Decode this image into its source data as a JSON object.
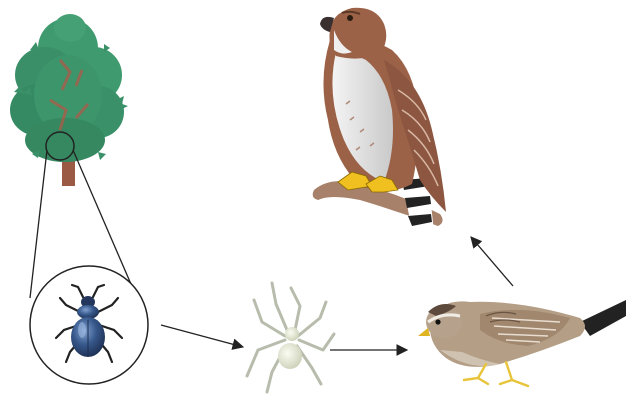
{
  "diagram": {
    "type": "food-chain",
    "organisms": [
      {
        "id": "tree",
        "icon": "tree-icon"
      },
      {
        "id": "beetle",
        "icon": "beetle-icon"
      },
      {
        "id": "spider",
        "icon": "spider-icon"
      },
      {
        "id": "sparrow",
        "icon": "sparrow-icon"
      },
      {
        "id": "hawk",
        "icon": "hawk-icon"
      }
    ],
    "links": [
      {
        "from": "tree",
        "to": "beetle",
        "kind": "magnifier-zoom"
      },
      {
        "from": "beetle",
        "to": "spider",
        "kind": "arrow"
      },
      {
        "from": "spider",
        "to": "sparrow",
        "kind": "arrow"
      },
      {
        "from": "sparrow",
        "to": "hawk",
        "kind": "arrow"
      }
    ],
    "colors": {
      "arrow": "#222222",
      "foliage": "#3a8f6a",
      "trunk": "#9a5a44",
      "beetle": "#2d4a78",
      "spider": "#d8dcc6",
      "sparrow_body": "#b49e86",
      "hawk_back": "#9c6248",
      "hawk_belly": "#e6e6e6",
      "talons": "#f0c020"
    }
  }
}
